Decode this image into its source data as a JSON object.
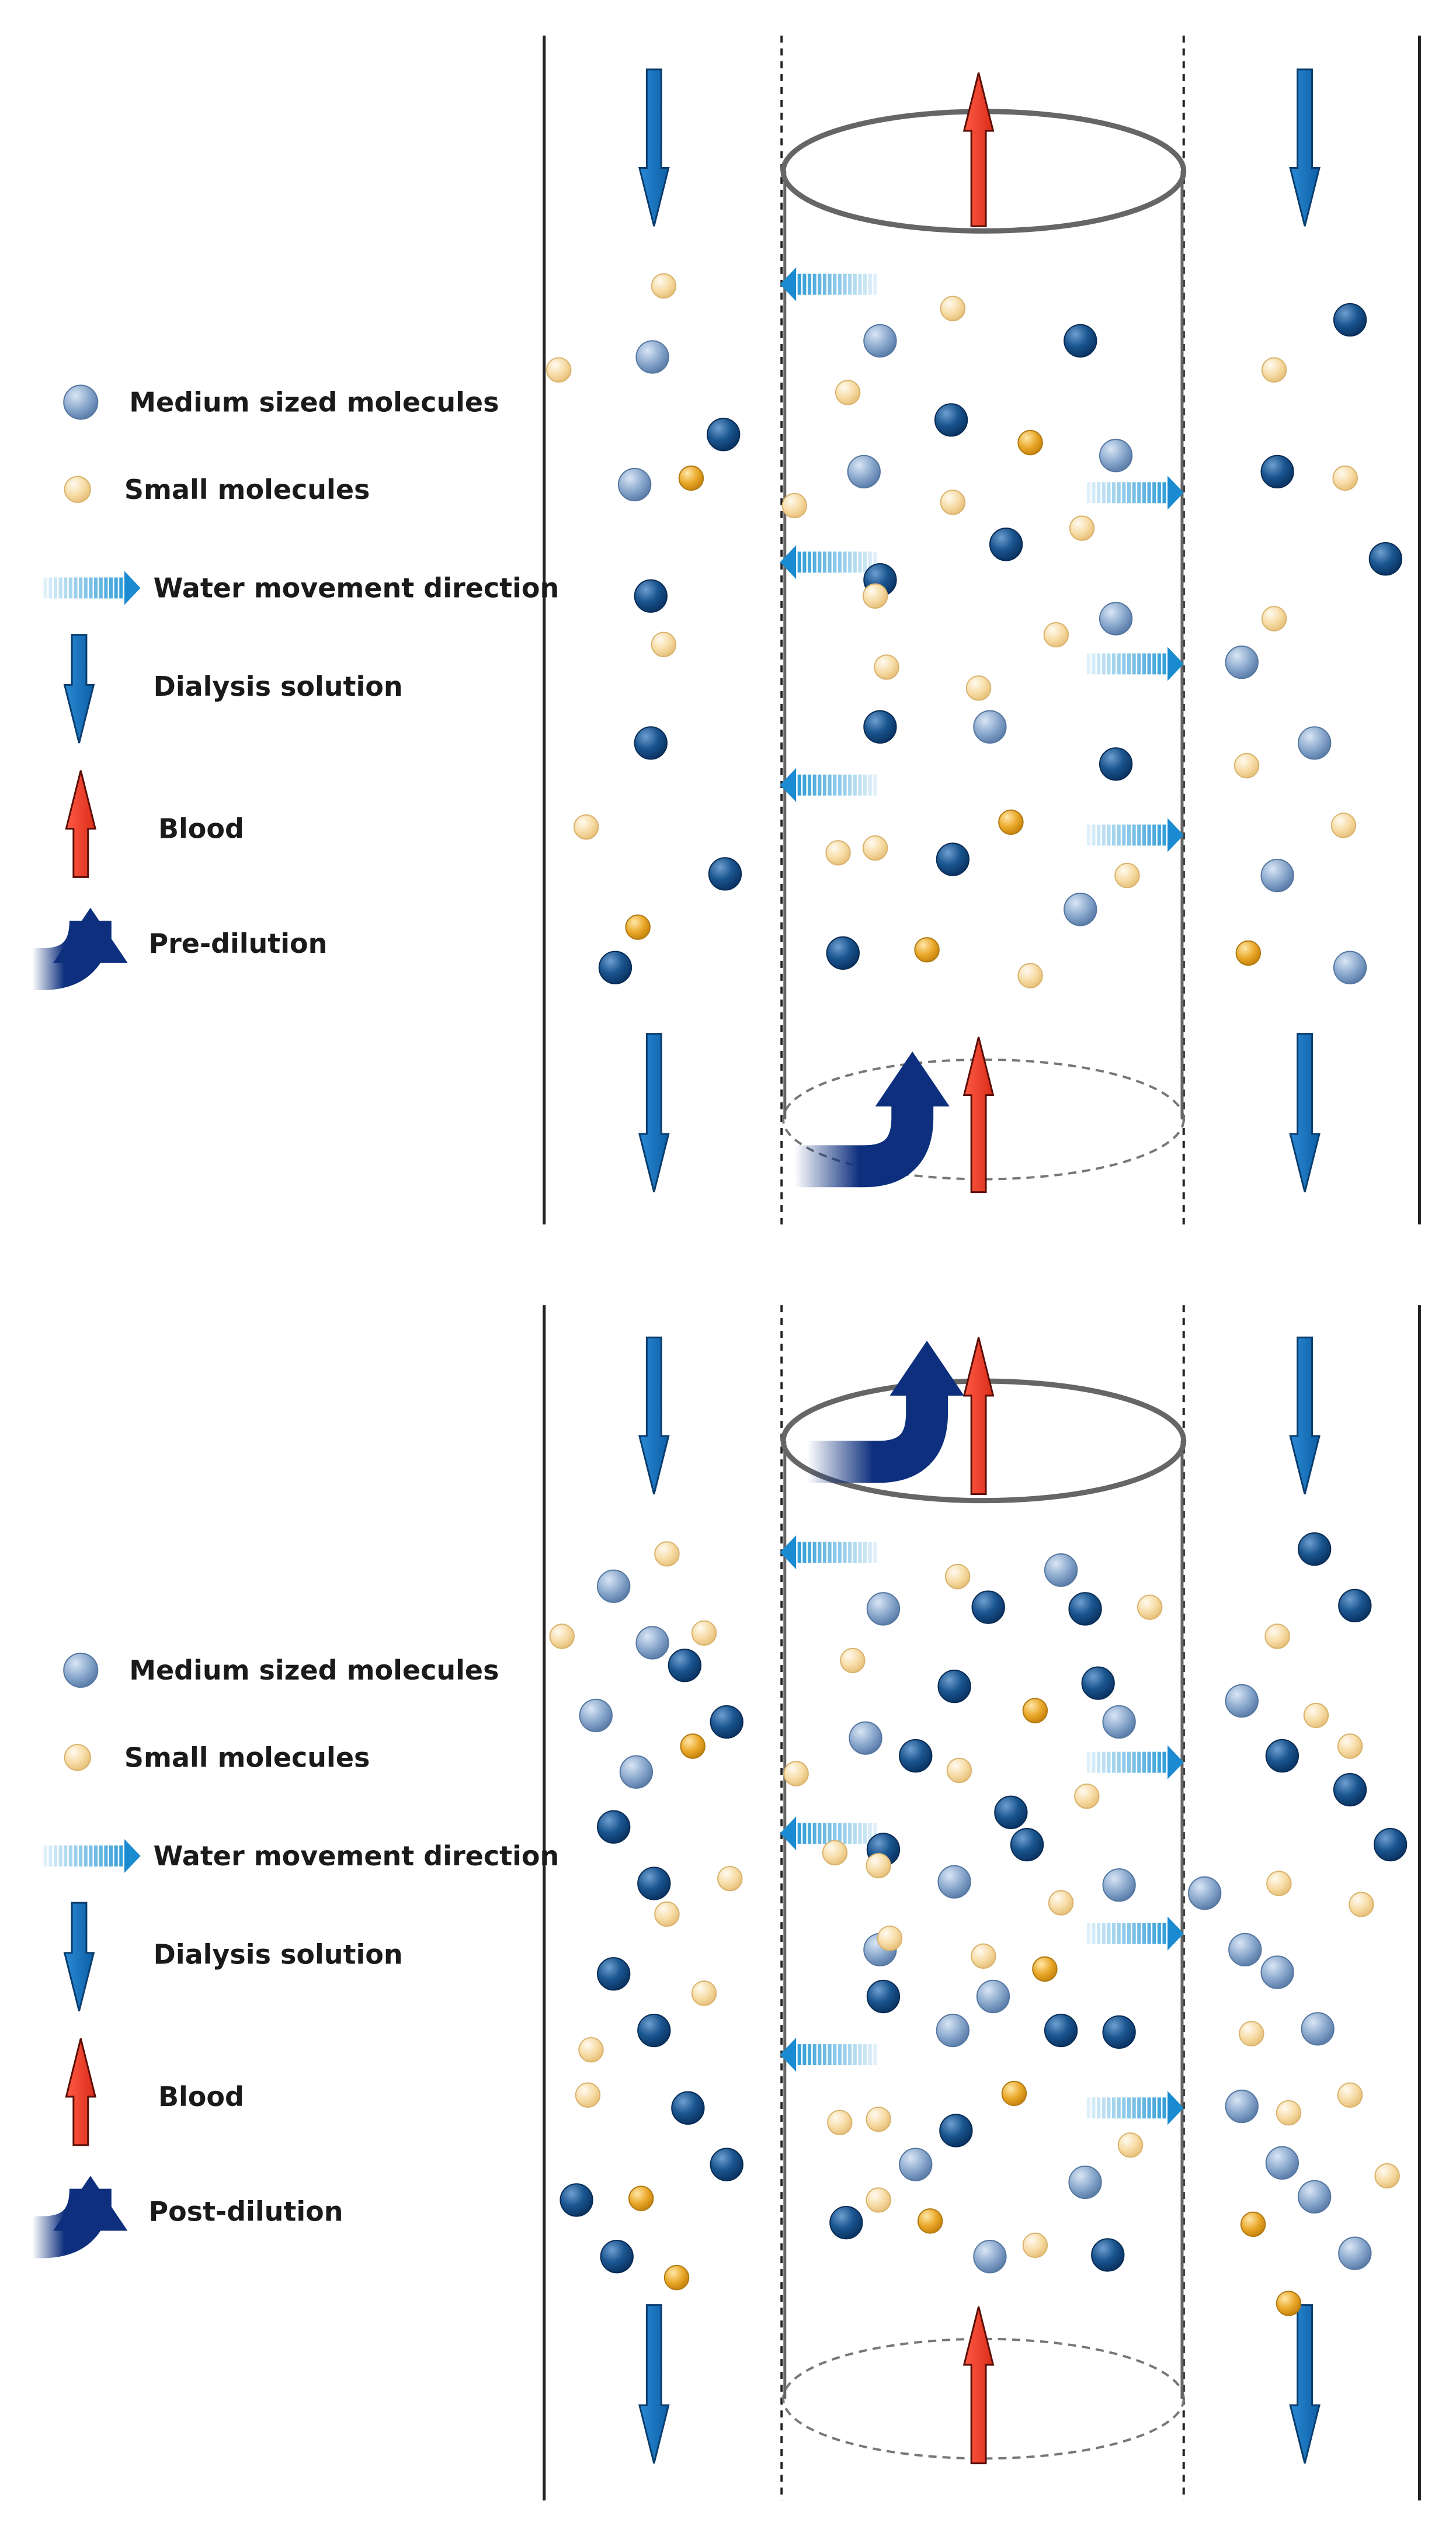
{
  "panels": [
    {
      "id": "pre",
      "legend": {
        "medium": "Medium sized molecules",
        "small": "Small molecules",
        "water": "Water movement direction",
        "dialysis": "Dialysis solution",
        "blood": "Blood",
        "dilution": "Pre-dilution"
      }
    },
    {
      "id": "post",
      "legend": {
        "medium": "Medium sized molecules",
        "small": "Small molecules",
        "water": "Water movement direction",
        "dialysis": "Dialysis solution",
        "blood": "Blood",
        "dilution": "Post-dilution"
      }
    }
  ],
  "colors": {
    "dialysis_arrow": "#1e79c4",
    "blood_arrow": "#f0412c",
    "dilution_arrow": "#0d2f7d",
    "water_arrow": "#2f9fd8",
    "medium_light": "#7d9cc3",
    "medium_dark": "#114a86",
    "small_light": "#f6d89b",
    "small_dark": "#e9a626"
  }
}
